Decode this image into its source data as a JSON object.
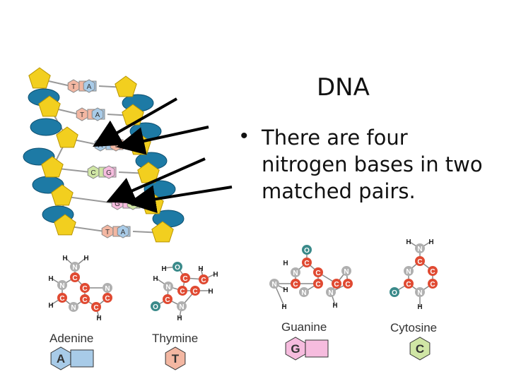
{
  "slide": {
    "title": "DNA",
    "bullet_lines": [
      "There are four",
      "nitrogen bases in two",
      "matched pairs."
    ]
  },
  "ladder": {
    "rungs": [
      {
        "left": "T",
        "right": "A"
      },
      {
        "left": "T",
        "right": "A"
      },
      {
        "left": "A",
        "right": "T"
      },
      {
        "left": "C",
        "right": "G"
      },
      {
        "left": "G",
        "right": "C"
      },
      {
        "left": "T",
        "right": "A"
      }
    ]
  },
  "molecules": [
    {
      "name": "Adenine",
      "letter": "A"
    },
    {
      "name": "Thymine",
      "letter": "T"
    },
    {
      "name": "Guanine",
      "letter": "G"
    },
    {
      "name": "Cytosine",
      "letter": "C"
    }
  ],
  "atoms": {
    "H": "H",
    "N": "N",
    "C": "C",
    "O": "O"
  },
  "colors": {
    "sugar": "#f2cf1f",
    "phosphate": "#1d7aa5",
    "adenine": "#a8cbe8",
    "thymine": "#f3b7a2",
    "guanine": "#f6bcde",
    "cytosine": "#d0e6a5",
    "arrow": "#000000",
    "atom_N": "#b0b0b0",
    "atom_C": "#e04a32",
    "atom_O": "#3a8a8a"
  }
}
